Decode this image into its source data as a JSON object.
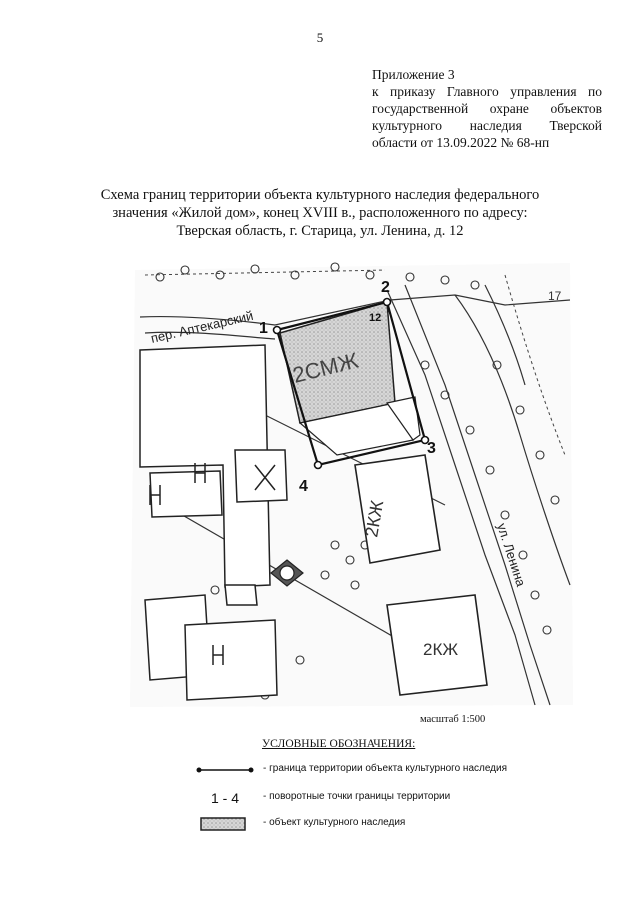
{
  "page_number": "5",
  "appendix": {
    "lines": [
      "Приложение 3",
      "к приказу Главного управления по",
      "государственной охране объектов",
      "культурного наследия Тверской",
      "области от 13.09.2022 № 68-нп"
    ]
  },
  "title": {
    "lines": [
      "Схема границ территории объекта культурного наследия федерального",
      "значения «Жилой дом», конец XVIII в., расположенного по адресу:",
      "Тверская область, г. Старица, ул. Ленина, д. 12"
    ]
  },
  "map": {
    "street_top": "пер. Аптекарский",
    "street_right": "ул. Ленина",
    "house_number": "12",
    "house_number_far": "17",
    "building_main": "2СМЖ",
    "building_lower": "2КЖ",
    "building_lowest": "2КЖ",
    "points": [
      "1",
      "2",
      "3",
      "4"
    ]
  },
  "scale": "масштаб 1:500",
  "legend": {
    "title": "УСЛОВНЫЕ ОБОЗНАЧЕНИЯ:",
    "items": [
      {
        "symbol": "",
        "text": "- граница территории объекта культурного наследия"
      },
      {
        "symbol": "1 - 4",
        "text": "- поворотные точки границы территории"
      },
      {
        "symbol": "",
        "text": "- объект культурного наследия"
      }
    ]
  }
}
